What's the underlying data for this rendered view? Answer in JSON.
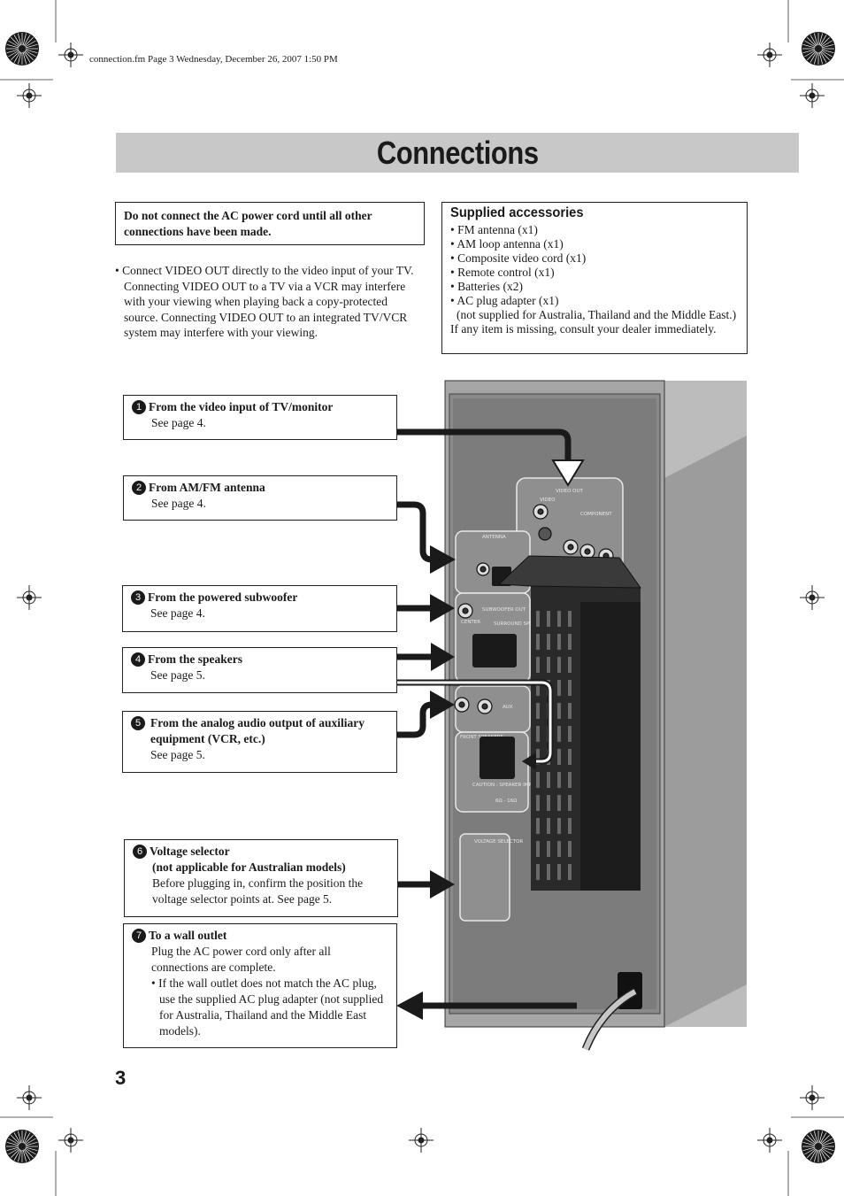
{
  "file_header": "connection.fm  Page 3  Wednesday, December 26, 2007  1:50 PM",
  "title": "Connections",
  "warning": "Do not connect the AC power cord until all other connections have been made.",
  "note": "Connect VIDEO OUT directly to the video input of your TV. Connecting VIDEO OUT to a TV via a VCR may interfere with your viewing when playing back a copy-protected source. Connecting VIDEO OUT to an integrated TV/VCR system may interfere with your viewing.",
  "accessories": {
    "heading": "Supplied accessories",
    "items": [
      "FM antenna (x1)",
      "AM loop antenna (x1)",
      "Composite video cord (x1)",
      "Remote control (x1)",
      "Batteries (x2)",
      "AC plug adapter (x1)"
    ],
    "adapter_note": "(not supplied for Australia, Thailand and the Middle East.)",
    "footer": "If any item is missing, consult your dealer immediately."
  },
  "callouts": [
    {
      "num": "1",
      "title": "From the video input of TV/monitor",
      "body": "See page 4."
    },
    {
      "num": "2",
      "title": "From AM/FM antenna",
      "body": "See page 4."
    },
    {
      "num": "3",
      "title": "From the powered subwoofer",
      "body": "See page 4."
    },
    {
      "num": "4",
      "title": "From the speakers",
      "body": "See page 5."
    },
    {
      "num": "5",
      "title": "From the analog audio output of auxiliary equipment (VCR, etc.)",
      "body": "See page 5."
    },
    {
      "num": "6",
      "title": "Voltage selector",
      "title2": "(not applicable for Australian models)",
      "body": "Before plugging in, confirm the position the voltage selector points at. See page 5."
    },
    {
      "num": "7",
      "title": "To a wall outlet",
      "body": "Plug the AC power cord only after all connections are complete.",
      "bullet": "If the wall outlet does not match the AC plug, use the supplied AC plug adapter (not supplied for Australia, Thailand and the Middle East models)."
    }
  ],
  "panel_labels": {
    "video_out": "VIDEO OUT",
    "video": "VIDEO",
    "component": "COMPONENT",
    "antenna": "ANTENNA",
    "subwoofer_out": "SUBWOOFER OUT",
    "surround": "SURROUND SPEAKERS",
    "center": "CENTER",
    "aux": "AUX",
    "front_speakers": "FRONT SPEAKERS",
    "caution": "CAUTION : SPEAKER IMPEDANCE",
    "impedance": "6Ω - 16Ω",
    "voltage_selector": "VOLTAGE SELECTOR"
  },
  "page_number": "3"
}
